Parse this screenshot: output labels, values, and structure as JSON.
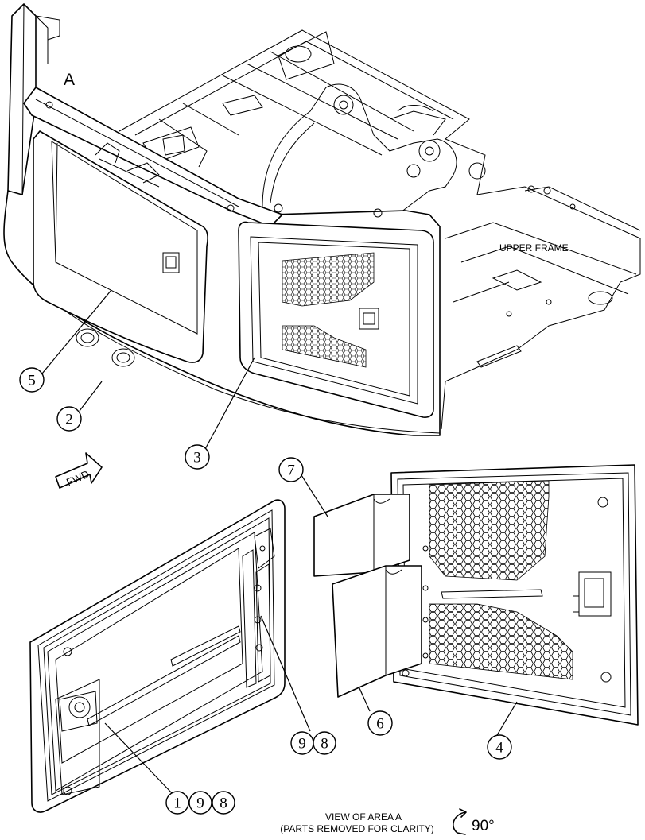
{
  "labels": {
    "area_marker": "A",
    "upper_frame": "UPPER FRAME",
    "fwd_arrow": "FWD",
    "view_title_line1": "VIEW OF AREA A",
    "view_title_line2": "(PARTS REMOVED FOR CLARITY)",
    "rotation": "90°"
  },
  "callouts": {
    "c5": "5",
    "c2": "2",
    "c3": "3",
    "c7": "7",
    "c6": "6",
    "c4": "4",
    "c98_a": "9",
    "c98_b": "8",
    "c198_a": "1",
    "c198_b": "9",
    "c198_c": "8"
  },
  "icons": {
    "rotation": "rotate-arrow-icon",
    "forward": "forward-arrow-icon"
  }
}
